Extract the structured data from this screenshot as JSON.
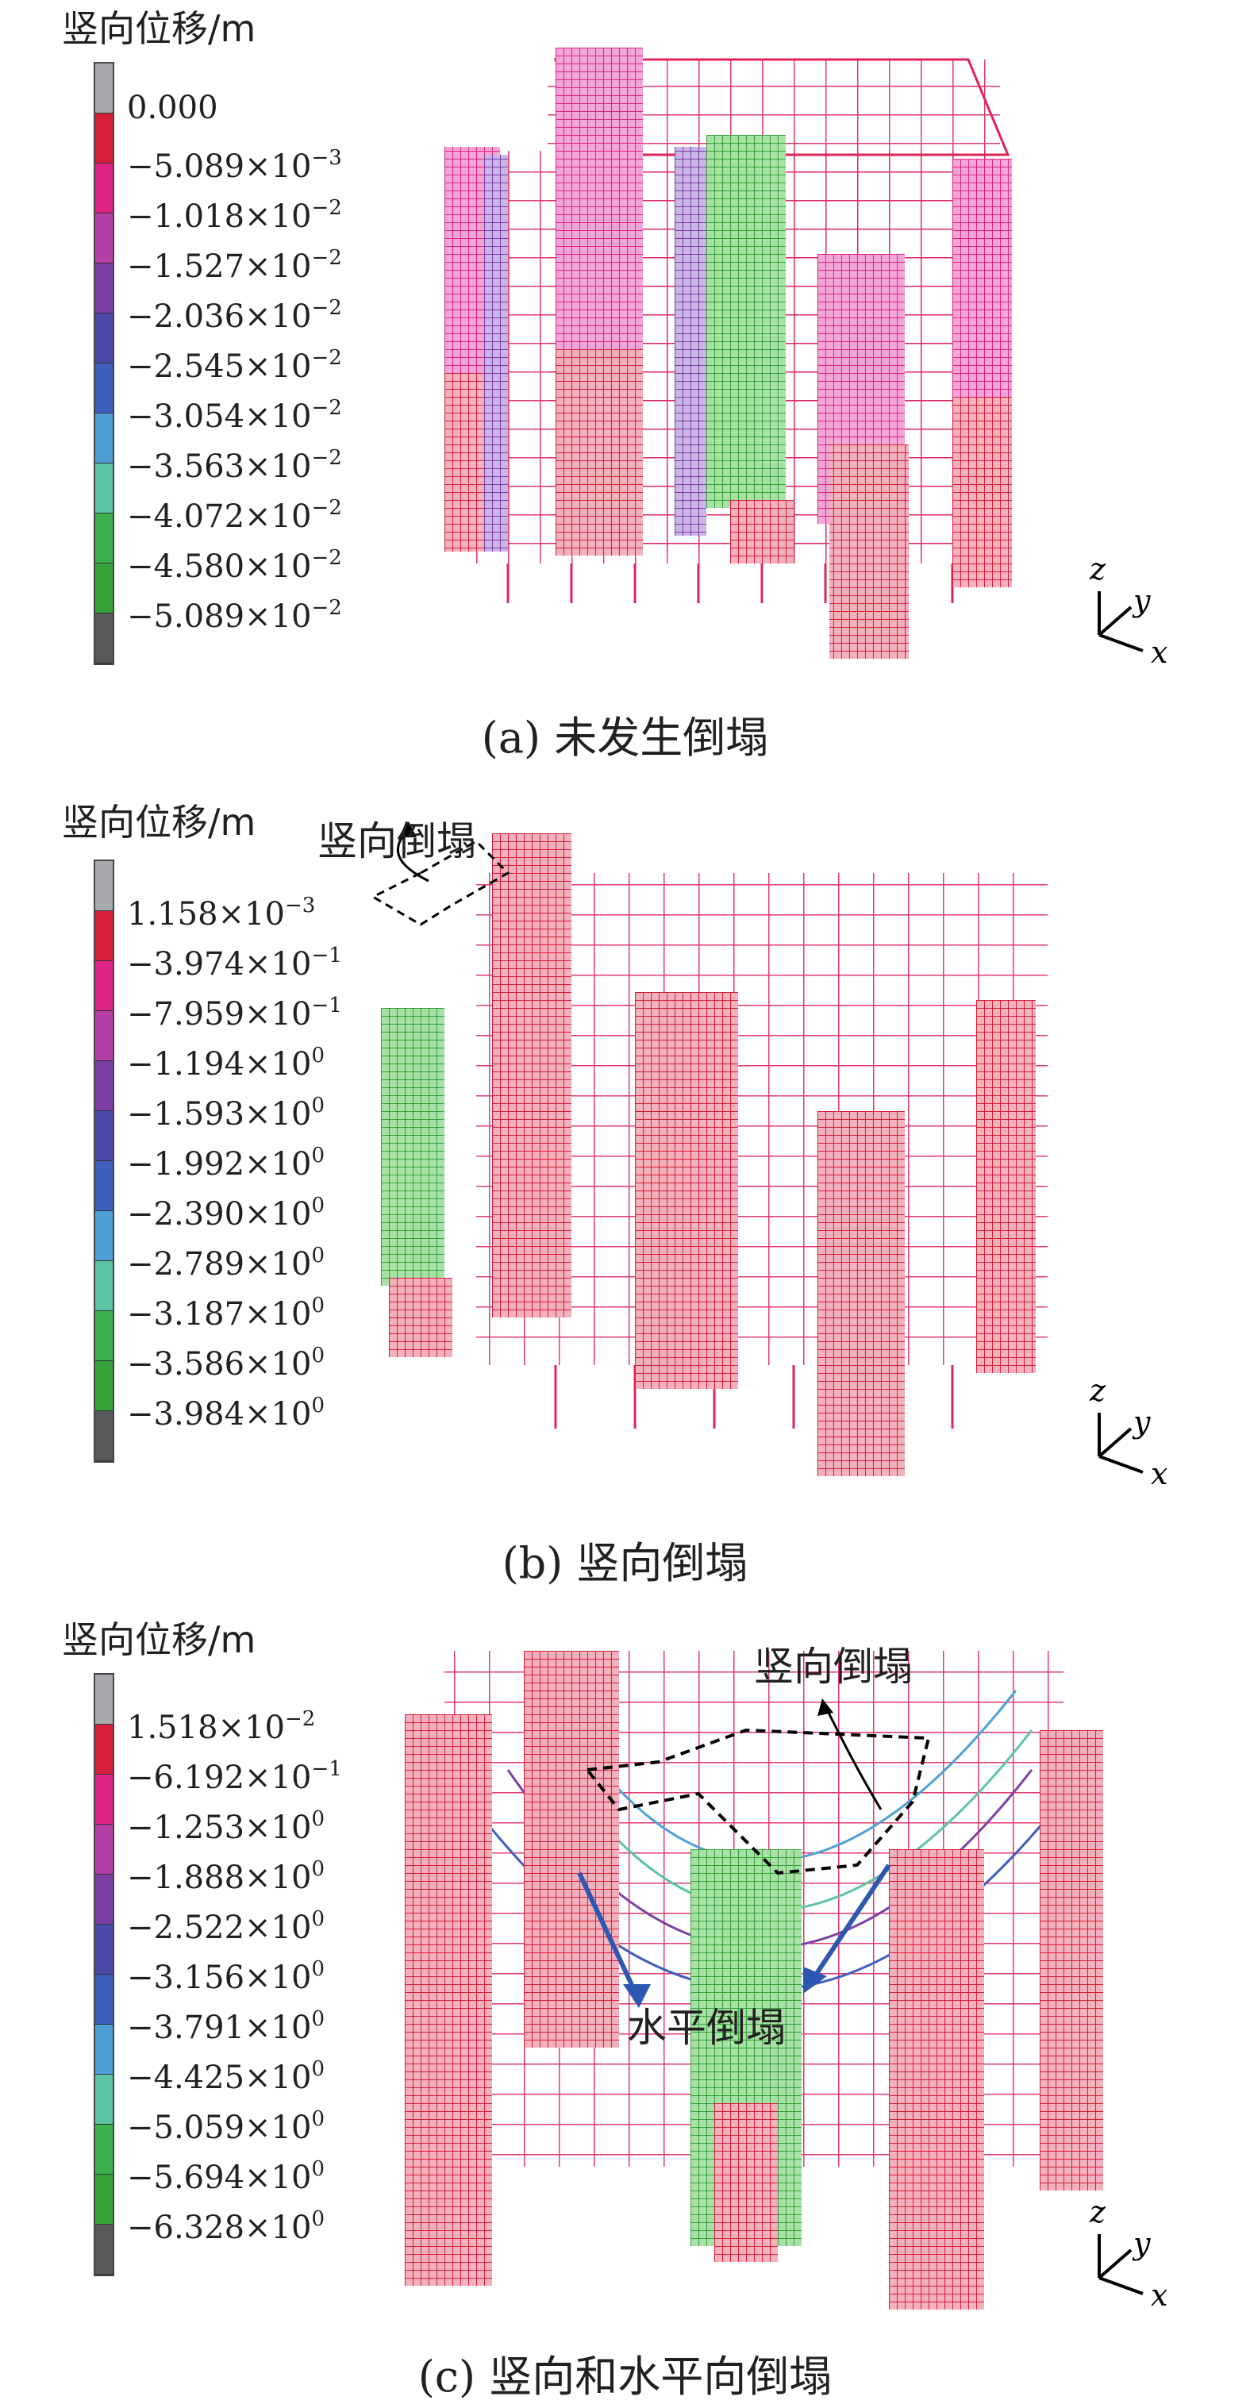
{
  "panels": [
    {
      "legend_title": "竖向位移/m",
      "colors": [
        "#a7a9ac",
        "#d71f3a",
        "#e02487",
        "#b53ea8",
        "#7d3fa4",
        "#4b4aa8",
        "#3f5fbf",
        "#4e9fd6",
        "#5cc3a4",
        "#3bb14b",
        "#36a33a",
        "#58595b"
      ],
      "ticks": [
        {
          "m": "0.000",
          "e": ""
        },
        {
          "m": "−5.089×10",
          "e": "−3"
        },
        {
          "m": "−1.018×10",
          "e": "−2"
        },
        {
          "m": "−1.527×10",
          "e": "−2"
        },
        {
          "m": "−2.036×10",
          "e": "−2"
        },
        {
          "m": "−2.545×10",
          "e": "−2"
        },
        {
          "m": "−3.054×10",
          "e": "−2"
        },
        {
          "m": "−3.563×10",
          "e": "−2"
        },
        {
          "m": "−4.072×10",
          "e": "−2"
        },
        {
          "m": "−4.580×10",
          "e": "−2"
        },
        {
          "m": "−5.089×10",
          "e": "−2"
        }
      ],
      "caption": "(a) 未发生倒塌",
      "axes": {
        "z": "z",
        "y": "y",
        "x": "x"
      }
    },
    {
      "legend_title": "竖向位移/m",
      "colors": [
        "#a7a9ac",
        "#d71f3a",
        "#e02487",
        "#b53ea8",
        "#7d3fa4",
        "#4b4aa8",
        "#3f5fbf",
        "#4e9fd6",
        "#5cc3a4",
        "#3bb14b",
        "#36a33a",
        "#58595b"
      ],
      "ticks": [
        {
          "m": "1.158×10",
          "e": "−3"
        },
        {
          "m": "−3.974×10",
          "e": "−1"
        },
        {
          "m": "−7.959×10",
          "e": "−1"
        },
        {
          "m": "−1.194×10",
          "e": "0"
        },
        {
          "m": "−1.593×10",
          "e": "0"
        },
        {
          "m": "−1.992×10",
          "e": "0"
        },
        {
          "m": "−2.390×10",
          "e": "0"
        },
        {
          "m": "−2.789×10",
          "e": "0"
        },
        {
          "m": "−3.187×10",
          "e": "0"
        },
        {
          "m": "−3.586×10",
          "e": "0"
        },
        {
          "m": "−3.984×10",
          "e": "0"
        }
      ],
      "annotation": "竖向倒塌",
      "caption": "(b) 竖向倒塌",
      "axes": {
        "z": "z",
        "y": "y",
        "x": "x"
      }
    },
    {
      "legend_title": "竖向位移/m",
      "colors": [
        "#a7a9ac",
        "#d71f3a",
        "#e02487",
        "#b53ea8",
        "#7d3fa4",
        "#4b4aa8",
        "#3f5fbf",
        "#4e9fd6",
        "#5cc3a4",
        "#3bb14b",
        "#36a33a",
        "#58595b"
      ],
      "ticks": [
        {
          "m": "1.518×10",
          "e": "−2"
        },
        {
          "m": "−6.192×10",
          "e": "−1"
        },
        {
          "m": "−1.253×10",
          "e": "0"
        },
        {
          "m": "−1.888×10",
          "e": "0"
        },
        {
          "m": "−2.522×10",
          "e": "0"
        },
        {
          "m": "−3.156×10",
          "e": "0"
        },
        {
          "m": "−3.791×10",
          "e": "0"
        },
        {
          "m": "−4.425×10",
          "e": "0"
        },
        {
          "m": "−5.059×10",
          "e": "0"
        },
        {
          "m": "−5.694×10",
          "e": "0"
        },
        {
          "m": "−6.328×10",
          "e": "0"
        }
      ],
      "annotation_vertical": "竖向倒塌",
      "annotation_horizontal": "水平倒塌",
      "caption": "(c) 竖向和水平向倒塌",
      "axes": {
        "z": "z",
        "y": "y",
        "x": "x"
      }
    }
  ]
}
